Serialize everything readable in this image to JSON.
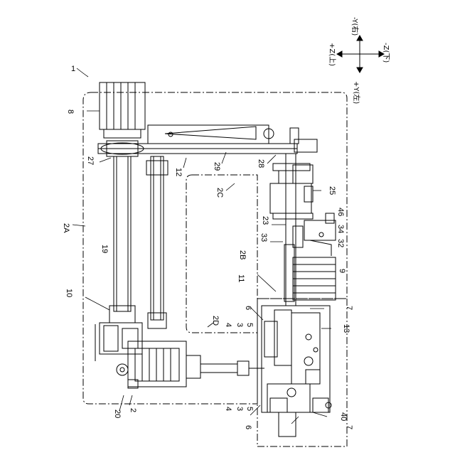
{
  "figure": {
    "reference_numerals": {
      "n1": "1",
      "n8": "8",
      "n27": "27",
      "n12": "12",
      "n29": "29",
      "n28": "28",
      "n2A": "2A",
      "n2C": "2C",
      "n19": "19",
      "n25": "25",
      "n23": "23",
      "n46": "46",
      "n34": "34",
      "n33": "33",
      "n32": "32",
      "n2B": "2B",
      "n11": "11",
      "n9": "9",
      "n10": "10",
      "n6a": "6",
      "n7a": "7",
      "n2D": "2D",
      "n4a": "4",
      "n3a": "3",
      "n5a": "5",
      "n13": "13",
      "n20": "20",
      "n2": "2",
      "n4b": "4",
      "n3b": "3",
      "n5b": "5",
      "n6b": "6",
      "n40": "40",
      "n7b": "7"
    },
    "axes": {
      "y_minus": "-Y(右)",
      "z_plus": "+Z(上)",
      "z_minus": "-Z(下)",
      "y_plus": "+Y(左)"
    }
  }
}
